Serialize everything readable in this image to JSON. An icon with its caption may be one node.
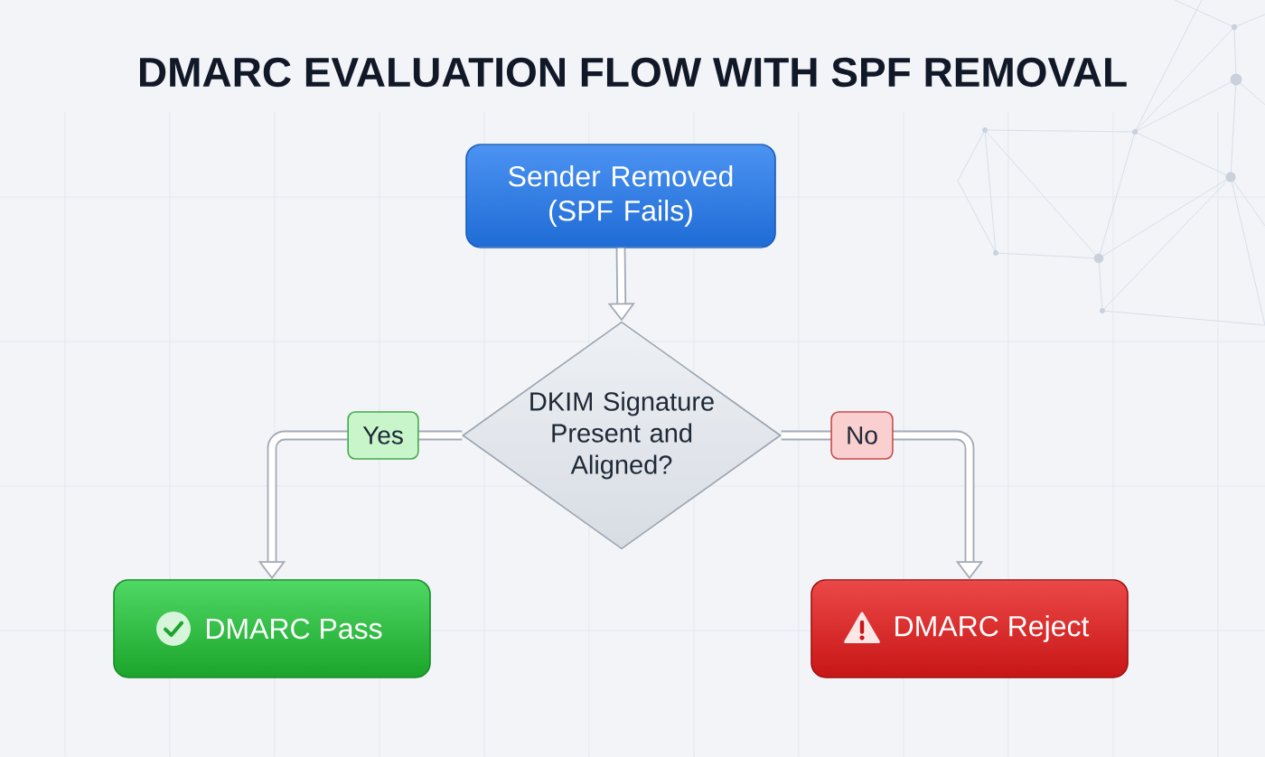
{
  "diagram": {
    "title": "DMARC EVALUATION FLOW WITH SPF REMOVAL",
    "nodes": [
      {
        "text": [
          "Sender Removed (SPF Fails)"
        ]
      },
      {
        "text": [
          "DKIM Signature Present and Aligned?"
        ]
      },
      {
        "text": [
          "DMARC Pass"
        ]
      },
      {
        "text": [
          "DMARC Reject"
        ]
      }
    ],
    "edges": [
      {
        "from": 0,
        "to": 1,
        "arrow": "to"
      },
      {
        "from": 1,
        "to": 2,
        "arrow": "to",
        "label": "Yes"
      },
      {
        "from": 1,
        "to": 3,
        "arrow": "to",
        "label": "No"
      }
    ]
  }
}
